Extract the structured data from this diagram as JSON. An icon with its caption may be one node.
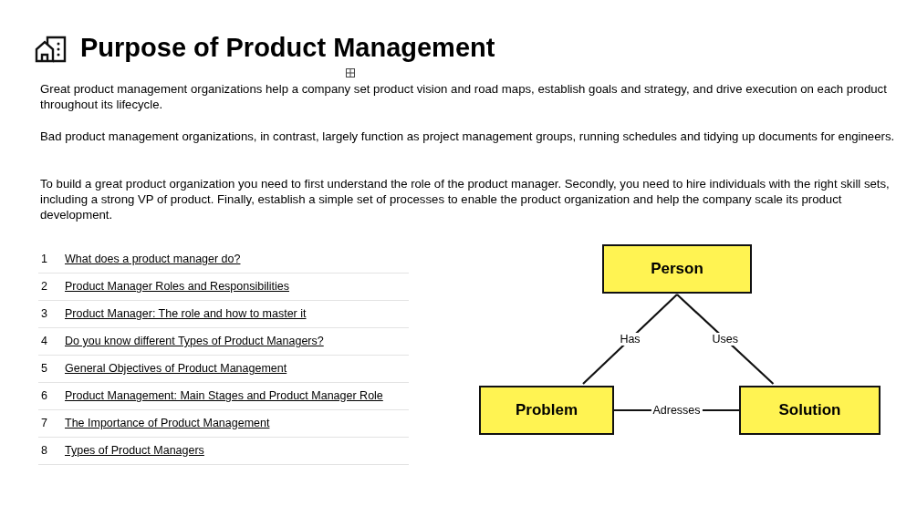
{
  "diagram": {
    "title": "Purpose of Product Management",
    "nodes": [
      {
        "text": [
          "Person"
        ]
      },
      {
        "text": [
          "Problem"
        ]
      },
      {
        "text": [
          "Solution"
        ]
      }
    ],
    "edges": [
      {
        "from": 0,
        "to": 1,
        "arrow": "none",
        "label": "Has"
      },
      {
        "from": 0,
        "to": 2,
        "arrow": "none",
        "label": "Uses"
      },
      {
        "from": 1,
        "to": 2,
        "arrow": "none",
        "label": "Adresses"
      }
    ],
    "labels": [
      "Great product management organizations help a company set product vision and road maps, establish goals and strategy, and drive execution on each product throughout its lifecycle.",
      "Bad product management organizations, in contrast, largely function as project management groups, running schedules and tidying up documents for engineers.",
      "To build a great product organization you need to first understand the role of the product manager. Secondly, you need to hire individuals with the right skill sets, including a strong VP of product. Finally, establish a simple set of processes to enable the product organization and help the company scale its product development.",
      "1",
      "What does a product manager do?",
      "2",
      "Product Manager Roles and Responsibilities",
      "3",
      "Product Manager: The role and how to master it",
      "4",
      "Do you know different Types of Product Managers?",
      "5",
      "General Objectives of Product Management",
      "6",
      "Product Management: Main Stages and Product Manager Role",
      "7",
      "The Importance of Product Management",
      "8",
      "Types of Product Managers"
    ]
  }
}
